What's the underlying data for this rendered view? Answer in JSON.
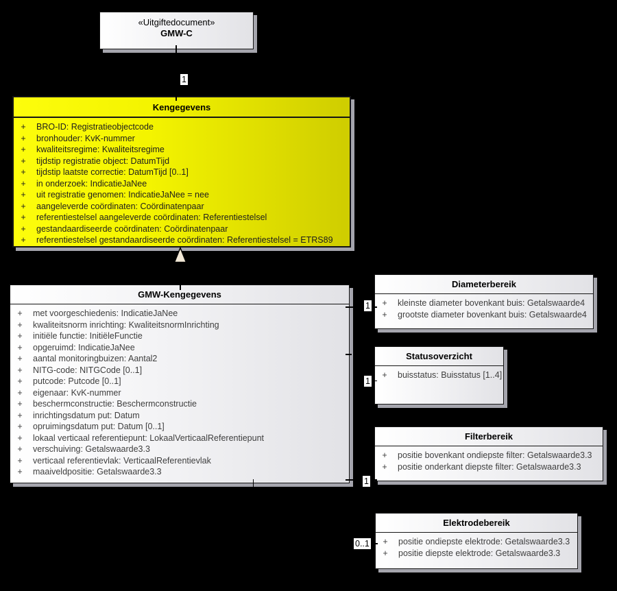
{
  "colors": {
    "background": "#000000",
    "class_fill_start": "#ffffff",
    "class_fill_end": "#e2e2e6",
    "highlight_fill_start": "#fdfd0c",
    "highlight_fill_end": "#cfcd00",
    "border": "#141414",
    "shadow": "#a5a5ad",
    "attribute_text": "#3e3e3e",
    "generalization_arrow_fill": "#f2e8d6",
    "multiplicity_label_background": "#ffffff"
  },
  "classes": [
    {
      "id": "gmw-c",
      "stereotype": "«Uitgiftedocument»",
      "name": "GMW-C",
      "attributes": []
    },
    {
      "id": "kengegevens",
      "name": "Kengegevens",
      "attributes": [
        {
          "visibility": "+",
          "text": "BRO-ID: Registratieobjectcode"
        },
        {
          "visibility": "+",
          "text": "bronhouder: KvK-nummer"
        },
        {
          "visibility": "+",
          "text": "kwaliteitsregime: Kwaliteitsregime"
        },
        {
          "visibility": "+",
          "text": "tijdstip registratie object: DatumTijd"
        },
        {
          "visibility": "+",
          "text": "tijdstip laatste correctie: DatumTijd [0..1]"
        },
        {
          "visibility": "+",
          "text": "in onderzoek: IndicatieJaNee"
        },
        {
          "visibility": "+",
          "text": "uit registratie genomen: IndicatieJaNee = nee"
        },
        {
          "visibility": "+",
          "text": "aangeleverde coördinaten: Coördinatenpaar"
        },
        {
          "visibility": "+",
          "text": "referentiestelsel aangeleverde coördinaten: Referentiestelsel"
        },
        {
          "visibility": "+",
          "text": "gestandaardiseerde coördinaten: Coördinatenpaar"
        },
        {
          "visibility": "+",
          "text": "referentiestelsel gestandaardiseerde coördinaten: Referentiestelsel = ETRS89"
        }
      ]
    },
    {
      "id": "gmw-kengegevens",
      "name": "GMW-Kengegevens",
      "attributes": [
        {
          "visibility": "+",
          "text": "met voorgeschiedenis: IndicatieJaNee"
        },
        {
          "visibility": "+",
          "text": "kwaliteitsnorm inrichting: KwaliteitsnormInrichting"
        },
        {
          "visibility": "+",
          "text": "initiële functie: InitiëleFunctie"
        },
        {
          "visibility": "+",
          "text": "opgeruimd: IndicatieJaNee"
        },
        {
          "visibility": "+",
          "text": "aantal monitoringbuizen: Aantal2"
        },
        {
          "visibility": "+",
          "text": "NITG-code: NITGCode [0..1]"
        },
        {
          "visibility": "+",
          "text": "putcode: Putcode [0..1]"
        },
        {
          "visibility": "+",
          "text": "eigenaar: KvK-nummer"
        },
        {
          "visibility": "+",
          "text": "beschermconstructie: Beschermconstructie"
        },
        {
          "visibility": "+",
          "text": "inrichtingsdatum put: Datum"
        },
        {
          "visibility": "+",
          "text": "opruimingsdatum put: Datum [0..1]"
        },
        {
          "visibility": "+",
          "text": "lokaal verticaal referentiepunt: LokaalVerticaalReferentiepunt"
        },
        {
          "visibility": "+",
          "text": "verschuiving: Getalswaarde3.3"
        },
        {
          "visibility": "+",
          "text": "verticaal referentievlak: VerticaalReferentievlak"
        },
        {
          "visibility": "+",
          "text": "maaiveldpositie: Getalswaarde3.3"
        }
      ]
    },
    {
      "id": "diameterbereik",
      "name": "Diameterbereik",
      "attributes": [
        {
          "visibility": "+",
          "text": "kleinste diameter bovenkant buis: Getalswaarde4"
        },
        {
          "visibility": "+",
          "text": "grootste diameter bovenkant buis: Getalswaarde4"
        }
      ]
    },
    {
      "id": "statusoverzicht",
      "name": "Statusoverzicht",
      "attributes": [
        {
          "visibility": "+",
          "text": "buisstatus: Buisstatus [1..4]"
        }
      ]
    },
    {
      "id": "filterbereik",
      "name": "Filterbereik",
      "attributes": [
        {
          "visibility": "+",
          "text": "positie bovenkant ondiepste filter: Getalswaarde3.3"
        },
        {
          "visibility": "+",
          "text": "positie onderkant diepste filter: Getalswaarde3.3"
        }
      ]
    },
    {
      "id": "elektrodebereik",
      "name": "Elektrodebereik",
      "attributes": [
        {
          "visibility": "+",
          "text": "positie ondiepste elektrode: Getalswaarde3.3"
        },
        {
          "visibility": "+",
          "text": "positie diepste elektrode: Getalswaarde3.3"
        }
      ]
    }
  ],
  "multiplicities": [
    {
      "id": "gmwc-to-kengegevens",
      "label": "1"
    },
    {
      "id": "to-diameterbereik",
      "label": "1"
    },
    {
      "id": "to-statusoverzicht",
      "label": "1"
    },
    {
      "id": "to-filterbereik",
      "label": "1"
    },
    {
      "id": "to-elektrodebereik",
      "label": "0..1"
    }
  ]
}
